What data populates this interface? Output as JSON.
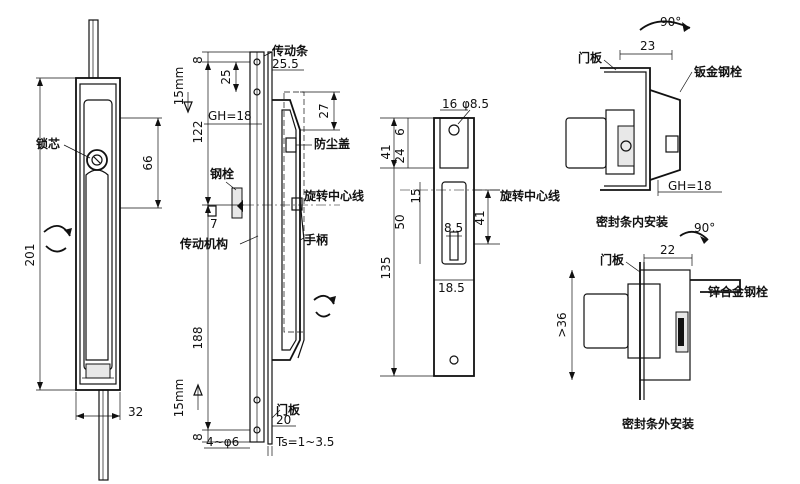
{
  "views": {
    "front": {
      "dim_height": "201",
      "dim_lock": "66",
      "dim_width": "32",
      "label_lock_core": "锁芯"
    },
    "side": {
      "label_transmission_bar": "传动条",
      "dim_25_5": "25.5",
      "dim_8_top": "8",
      "dim_25": "25",
      "dim_15mm_top": "15mm",
      "dim_gh": "GH=18",
      "dim_27": "27",
      "dim_122": "122",
      "label_dust_cover": "防尘盖",
      "label_steel_bolt": "钢栓",
      "label_rotation_center": "旋转中心线",
      "dim_7": "7",
      "label_transmission_mechanism": "传动机构",
      "label_handle": "手柄",
      "dim_188": "188",
      "label_door_panel": "门板",
      "dim_20": "20",
      "dim_15mm_bottom": "15mm",
      "dim_8_bottom": "8",
      "dim_hole": "4~φ6",
      "dim_ts": "Ts=1~3.5"
    },
    "cutout": {
      "dim_16": "16",
      "dim_phi": "φ8.5",
      "dim_41_top": "41",
      "dim_24": "24",
      "dim_6": "6",
      "dim_15": "15",
      "label_rotation_center": "旋转中心线",
      "dim_50": "50",
      "dim_41": "41",
      "dim_8_5": "8.5",
      "dim_135": "135",
      "dim_18_5": "18.5"
    },
    "inner_install": {
      "rotation_angle": "90°",
      "dim_23": "23",
      "label_door_panel": "门板",
      "label_sheet_bolt": "钣金钢栓",
      "dim_gh": "GH=18",
      "caption": "密封条内安装"
    },
    "outer_install": {
      "rotation_angle": "90°",
      "dim_22": "22",
      "label_door_panel": "门板",
      "label_zinc_bolt": "锌合金钢栓",
      "dim_36": ">36",
      "caption": "密封条外安装"
    }
  }
}
